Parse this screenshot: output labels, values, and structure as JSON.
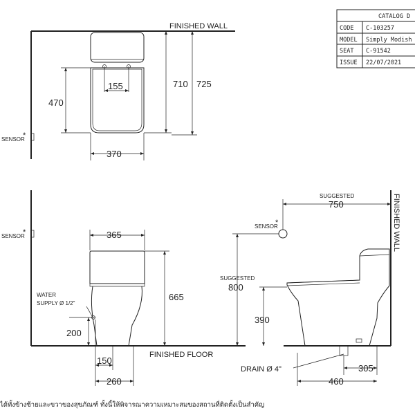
{
  "catalog": {
    "header": "CATALOG D",
    "rows": [
      {
        "key": "CODE",
        "value": "C-103257"
      },
      {
        "key": "MODEL",
        "value": "Simply Modish"
      },
      {
        "key": "SEAT",
        "value": "C-91542"
      },
      {
        "key": "ISSUE",
        "value": "22/07/2021"
      }
    ]
  },
  "labels": {
    "finished_wall_top": "FINISHED WALL",
    "finished_wall_side": "FINISHED WALL",
    "finished_floor": "FINISHED FLOOR",
    "sensor": "SENSOR",
    "asterisk": "*",
    "suggested": "SUGGESTED",
    "water_supply_1": "WATER",
    "water_supply_2": "SUPPLY Ø 1/2\"",
    "drain": "DRAIN Ø 4\""
  },
  "dimensions": {
    "top_155": "155",
    "top_470": "470",
    "top_710": "710",
    "top_725": "725",
    "top_370": "370",
    "front_365": "365",
    "front_665": "665",
    "front_200": "200",
    "front_150": "150",
    "front_260": "260",
    "side_750": "750",
    "side_800": "800",
    "side_390": "390",
    "side_305": "305",
    "side_460": "460"
  },
  "footnote": "ได้ทั้งข้างซ้ายและขวาของสุขภัณฑ์ ทั้งนี้ให้พิจารณาความเหมาะสมของสถานที่ติดตั้งเป็นสำคัญ"
}
